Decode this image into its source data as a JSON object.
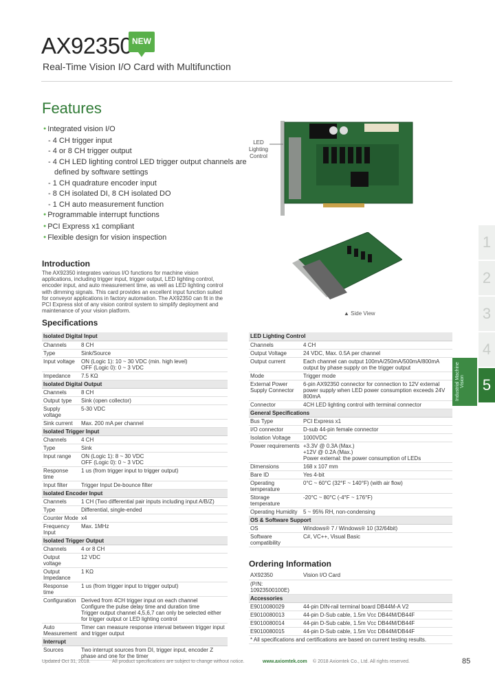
{
  "header": {
    "title": "AX92350",
    "badge": "NEW",
    "subtitle": "Real-Time Vision I/O Card with Multifunction"
  },
  "features": {
    "heading": "Features",
    "items": [
      {
        "t": "b",
        "text": "Integrated vision I/O"
      },
      {
        "t": "s",
        "text": "- 4 CH trigger input"
      },
      {
        "t": "s",
        "text": "- 4 or 8 CH trigger output"
      },
      {
        "t": "s",
        "text": "- 4 CH LED lighting control LED trigger output channels are"
      },
      {
        "t": "s2",
        "text": "defined by software settings"
      },
      {
        "t": "s",
        "text": "- 1 CH quadrature encoder input"
      },
      {
        "t": "s",
        "text": "- 8 CH isolated DI, 8 CH isolated DO"
      },
      {
        "t": "s",
        "text": "- 1 CH auto measurement function"
      },
      {
        "t": "b",
        "text": "Programmable interrupt functions"
      },
      {
        "t": "b",
        "text": "PCI Express x1 compliant"
      },
      {
        "t": "b",
        "text": "Flexible design for vision inspection"
      }
    ]
  },
  "images": {
    "callout": "LED Lighting Control",
    "side_view": "▲ Side View"
  },
  "intro": {
    "heading": "Introduction",
    "text": "The AX92350 integrates various I/O functions for machine vision applications, including trigger input, trigger output, LED lighting control, encoder input, and auto measurement time, as well as LED lighting control with dimming signals. This card provides an excellent input function suited for conveyor applications in factory automation. The AX92350 can fit in the PCI Express slot of any vision control system to simplify deployment and maintenance of your vision platform."
  },
  "specs": {
    "heading": "Specifications",
    "left": [
      {
        "sec": "Isolated Digital Input"
      },
      {
        "k": "Channels",
        "v": "8 CH"
      },
      {
        "k": "Type",
        "v": "Sink/Source"
      },
      {
        "k": "Input voltage",
        "v": "ON (Logic 1): 10 ~ 30 VDC (min. high level)\nOFF (Logic 0): 0 ~ 3 VDC"
      },
      {
        "k": "Impedance",
        "v": "7.5 KΩ"
      },
      {
        "sec": "Isolated Digital Output"
      },
      {
        "k": "Channels",
        "v": "8 CH"
      },
      {
        "k": "Output type",
        "v": "Sink (open collector)"
      },
      {
        "k": "Supply voltage",
        "v": "5-30 VDC"
      },
      {
        "k": "Sink current",
        "v": "Max. 200 mA per channel"
      },
      {
        "sec": "Isolated Trigger Input"
      },
      {
        "k": "Channels",
        "v": "4 CH"
      },
      {
        "k": "Type",
        "v": "Sink"
      },
      {
        "k": "Input range",
        "v": "ON (Logic 1): 8 ~ 30 VDC\nOFF (Logic 0): 0 ~ 3 VDC"
      },
      {
        "k": "Response time",
        "v": "1 us (from trigger input to trigger output)"
      },
      {
        "k": "Input filter",
        "v": "Trigger Input De-bounce filter"
      },
      {
        "sec": "Isolated Encoder Input"
      },
      {
        "k": "Channels",
        "v": "1 CH (Two differential pair inputs including input A/B/Z)"
      },
      {
        "k": "Type",
        "v": "Differential, single-ended"
      },
      {
        "k": "Counter Mode",
        "v": "x4"
      },
      {
        "k": "Frequency Input",
        "v": "Max. 1MHz"
      },
      {
        "sec": "Isolated Trigger Output"
      },
      {
        "k": "Channels",
        "v": "4 or 8 CH"
      },
      {
        "k": "Output voltage",
        "v": "12 VDC"
      },
      {
        "k": "Output Impedance",
        "v": "1 KΩ"
      },
      {
        "k": "Response time",
        "v": "1 us (from trigger input to trigger output)"
      },
      {
        "k": "Configuration",
        "v": "Derived from 4CH trigger input on each channel\nConfigure the pulse delay time and duration time\nTrigger output channel 4,5,6,7 can only be selected either for trigger output or LED lighting control"
      },
      {
        "k": "Auto Measurement",
        "v": "Timer can measure response interval between trigger input and trigger output"
      },
      {
        "sec": "Interrupt"
      },
      {
        "k": "Sources",
        "v": "Two interrupt sources from DI, trigger input, encoder Z phase and one for the timer"
      }
    ],
    "right": [
      {
        "sec": "LED Lighting Control"
      },
      {
        "k": "Channels",
        "v": "4 CH"
      },
      {
        "k": "Output Voltage",
        "v": "24 VDC, Max. 0.5A per channel"
      },
      {
        "k": "Output current",
        "v": "Each channel can output 100mA/250mA/500mA/800mA\noutput by phase supply on the trigger output"
      },
      {
        "k": "Mode",
        "v": "Trigger mode"
      },
      {
        "k": "External Power Supply Connector",
        "v": "6-pin AX92350 connector for connection to 12V external power supply when LED power consumption exceeds 24V 800mA"
      },
      {
        "k": "Connector",
        "v": "4CH LED lighting control with terminal connector"
      },
      {
        "sec": "General Specifications"
      },
      {
        "k": "Bus Type",
        "v": "PCI Express x1"
      },
      {
        "k": "I/O connector",
        "v": "D-sub 44-pin female connector"
      },
      {
        "k": "Isolation Voltage",
        "v": "1000VDC"
      },
      {
        "k": "Power requirements",
        "v": "+3.3V @ 0.3A (Max.)\n+12V @ 0.2A (Max.)\nPower external: the power consumption of LEDs"
      },
      {
        "k": "Dimensions",
        "v": "168 x 107 mm"
      },
      {
        "k": "Bare ID",
        "v": "Yes 4-bit"
      },
      {
        "k": "Operating temperature",
        "v": "0°C ~ 60°C (32°F ~ 140°F) (with air flow)"
      },
      {
        "k": "Storage temperature",
        "v": "-20°C ~ 80°C (-4°F ~ 176°F)"
      },
      {
        "k": "Operating Humidity",
        "v": "5 ~ 95% RH, non-condensing"
      },
      {
        "sec": "OS & Software Support"
      },
      {
        "k": "OS",
        "v": "Windows® 7 / Windows® 10 (32/64bit)"
      },
      {
        "k": "Software compatibility",
        "v": "C#, VC++, Visual Basic"
      }
    ]
  },
  "ordering": {
    "heading": "Ordering Information",
    "rows": [
      {
        "k": "AX92350",
        "v": "Vision I/O Card"
      },
      {
        "k": "(P/N: 10923500100E)",
        "v": ""
      },
      {
        "sec": "Accessories"
      },
      {
        "k": "E9010080029",
        "v": "44-pin DIN-rail terminal board DB44M-A V2"
      },
      {
        "k": "E9010080013",
        "v": "44-pin D-Sub cable, 1.5m Vcc DB44M/DB44F"
      },
      {
        "k": "E9010080014",
        "v": "44-pin D-Sub cable, 1.5m Vcc DB44M/DB44F"
      },
      {
        "k": "E9010080015",
        "v": "44-pin D-Sub cable, 1.5m Vcc DB44M/DB44F"
      }
    ],
    "note": "* All specifications and certifications are based on current testing results."
  },
  "footer": {
    "updated": "Updated Oct 31, 2018.",
    "rights": "All product specifications are subject to change without notice.",
    "url": "www.axiomtek.com",
    "copyright": "© 2018 Axiomtek Co., Ltd. All rights reserved.",
    "page": "85"
  },
  "tabs": [
    "1",
    "2",
    "3",
    "4",
    "5"
  ],
  "tab_side_label": "Industrial Machine Vision",
  "colors": {
    "accent": "#2f7a35",
    "badge": "#59b04a"
  }
}
